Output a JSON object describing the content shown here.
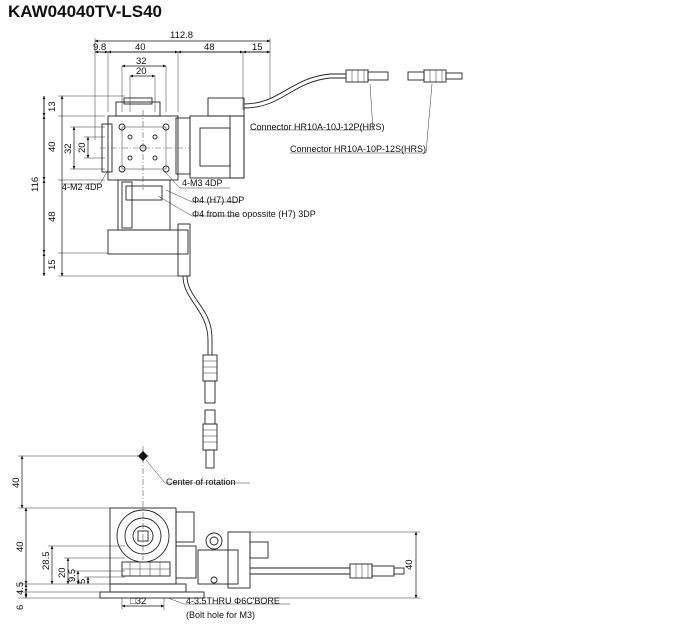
{
  "title": "KAW04040TV-LS40",
  "top_view": {
    "dims_horizontal": [
      "112.8",
      "9.8",
      "40",
      "48",
      "15",
      "32",
      "20"
    ],
    "dims_vertical": [
      "13",
      "40",
      "32",
      "20",
      "116",
      "48",
      "15"
    ]
  },
  "front_view": {
    "dims_vertical": [
      "40",
      "40",
      "28.5",
      "20",
      "9.5",
      "5",
      "4.5",
      "6",
      "40"
    ],
    "dim_square": "□32"
  },
  "notes": {
    "connector_12p": "Connector HR10A-10J-12P(HRS)",
    "connector_12s": "Connector HR10A-10P-12S(HRS)",
    "m2_tap": "4-M2 4DP",
    "m3_tap": "4-M3 4DP",
    "pin_hole": "Φ4 (H7) 4DP",
    "pin_hole_opposite": "Φ4 from the opossite (H7) 3DP",
    "center_rotation": "Center of rotation",
    "thru_hole": "4-3.5THRU Φ6C'BORE",
    "bolt_hole": "(Bolt hole for M3)"
  }
}
